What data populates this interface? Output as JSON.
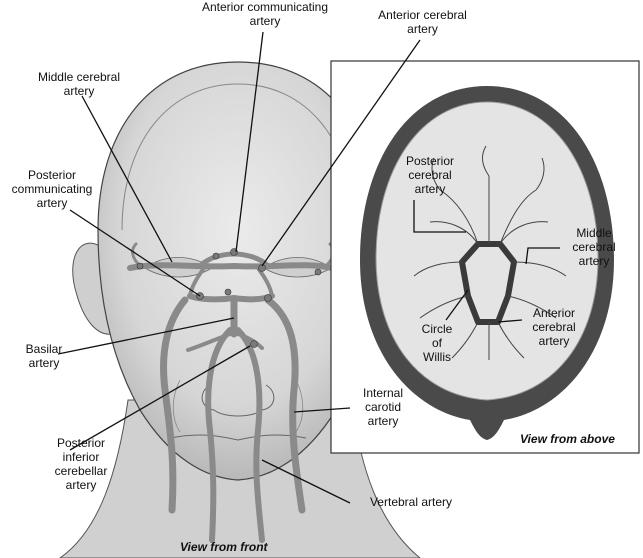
{
  "labels": {
    "anterior_communicating": "Anterior communicating\nartery",
    "anterior_cerebral": "Anterior cerebral\nartery",
    "middle_cerebral": "Middle cerebral\nartery",
    "posterior_communicating": "Posterior\ncommunicating\nartery",
    "basilar": "Basilar\nartery",
    "posterior_inferior_cerebellar": "Posterior\ninferior\ncerebellar\nartery",
    "internal_carotid": "Internal\ncarotid\nartery",
    "vertebral": "Vertebral artery",
    "inset_posterior_cerebral": "Posterior\ncerebral\nartery",
    "inset_middle_cerebral": "Middle\ncerebral\nartery",
    "inset_anterior_cerebral": "Anterior\ncerebral\nartery",
    "inset_circle_of_willis": "Circle\nof\nWillis"
  },
  "captions": {
    "front": "View from front",
    "above": "View from above"
  },
  "colors": {
    "skin": "#dcdcdc",
    "skin_dark": "#bdbdbd",
    "artery": "#9a9a9a",
    "artery_dark": "#6a6a6a",
    "skull": "#4a4a4a",
    "brain": "#e4e4e4",
    "line": "#111111"
  }
}
